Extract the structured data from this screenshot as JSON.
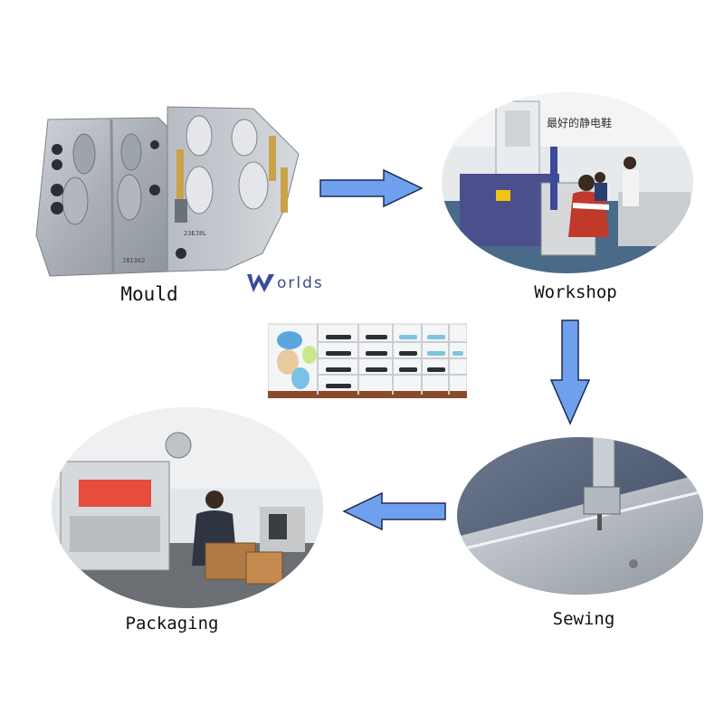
{
  "brand": {
    "name": "orlds",
    "logo_icon": "w-logo-icon",
    "color": "#3a4c9a"
  },
  "steps": [
    {
      "id": "mould",
      "label": "Mould"
    },
    {
      "id": "workshop",
      "label": "Workshop",
      "banner_text": "最好的静电鞋"
    },
    {
      "id": "sewing",
      "label": "Sewing"
    },
    {
      "id": "packaging",
      "label": "Packaging"
    }
  ],
  "mould_codes": [
    "J81362",
    "23EJ8L"
  ],
  "arrow_color": "#6fa0ee"
}
